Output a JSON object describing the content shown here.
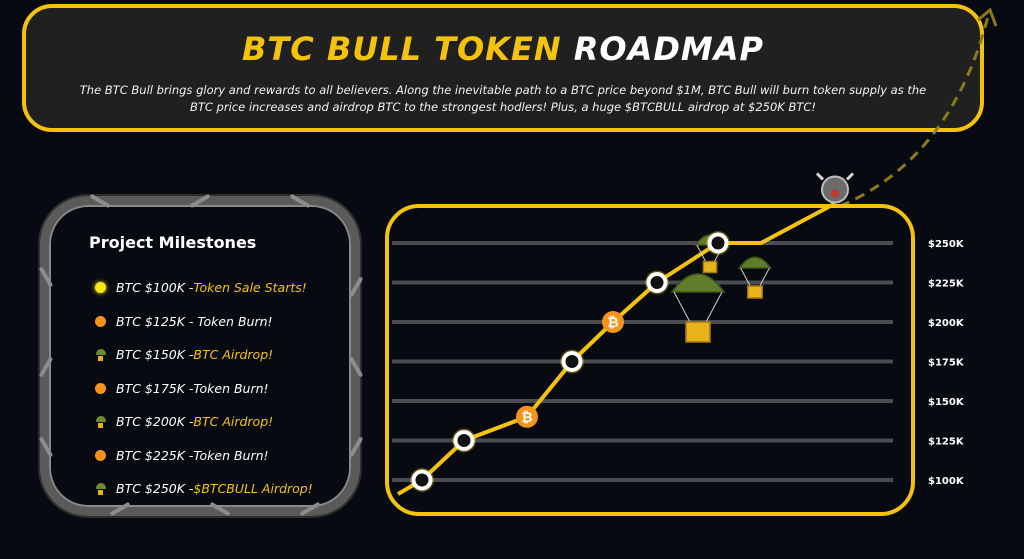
{
  "header": {
    "title_gold": "BTC BULL TOKEN",
    "title_white": "ROADMAP",
    "intro": "The BTC Bull brings glory and rewards to all believers. Along the inevitable path to a BTC price beyond $1M, BTC Bull will burn token supply as the BTC price increases and airdrop BTC to the strongest hodlers! Plus, a huge $BTCBULL airdrop at $250K BTC!"
  },
  "milestones": {
    "title": "Project Milestones",
    "items": [
      {
        "icon": "yellow-dot-icon",
        "price": "BTC $100K - ",
        "event": "Token Sale Starts!",
        "event_color": "gold"
      },
      {
        "icon": "orange-dot-icon",
        "price": "BTC $125K - ",
        "event": " Token Burn!",
        "event_color": "white"
      },
      {
        "icon": "parachute-icon",
        "price": "BTC $150K - ",
        "event": "BTC Airdrop!",
        "event_color": "gold"
      },
      {
        "icon": "orange-dot-icon",
        "price": "BTC $175K - ",
        "event": "Token Burn!",
        "event_color": "white"
      },
      {
        "icon": "parachute-icon",
        "price": "BTC $200K - ",
        "event": "BTC Airdrop!",
        "event_color": "gold"
      },
      {
        "icon": "orange-dot-icon",
        "price": "BTC $225K - ",
        "event": "Token Burn!",
        "event_color": "white"
      },
      {
        "icon": "parachute-icon",
        "price": "BTC $250K - ",
        "event": "$BTCBULL Airdrop!",
        "event_color": "gold"
      }
    ]
  },
  "chart_data": {
    "type": "line",
    "y_tick_labels": [
      "$100K",
      "$125K",
      "$150K",
      "$175K",
      "$200K",
      "$225K",
      "$250K"
    ],
    "y_tick_values": [
      100,
      125,
      150,
      175,
      200,
      225,
      250
    ],
    "ylim": [
      100,
      250
    ],
    "grid": true,
    "points": [
      {
        "y": 100,
        "marker": "ring"
      },
      {
        "y": 125,
        "marker": "ring"
      },
      {
        "y": 140,
        "marker": "bitcoin-icon"
      },
      {
        "y": 175,
        "marker": "ring"
      },
      {
        "y": 200,
        "marker": "bitcoin-icon"
      },
      {
        "y": 225,
        "marker": "ring"
      },
      {
        "y": 250,
        "marker": "ring"
      },
      {
        "y": 250,
        "marker": "none"
      },
      {
        "y": 275,
        "marker": "bull-icon"
      }
    ]
  },
  "colors": {
    "accent": "#f5c20a",
    "background": "#070b11",
    "panel": "#202020",
    "burn": "#f7931a",
    "sale": "#ffe512"
  }
}
